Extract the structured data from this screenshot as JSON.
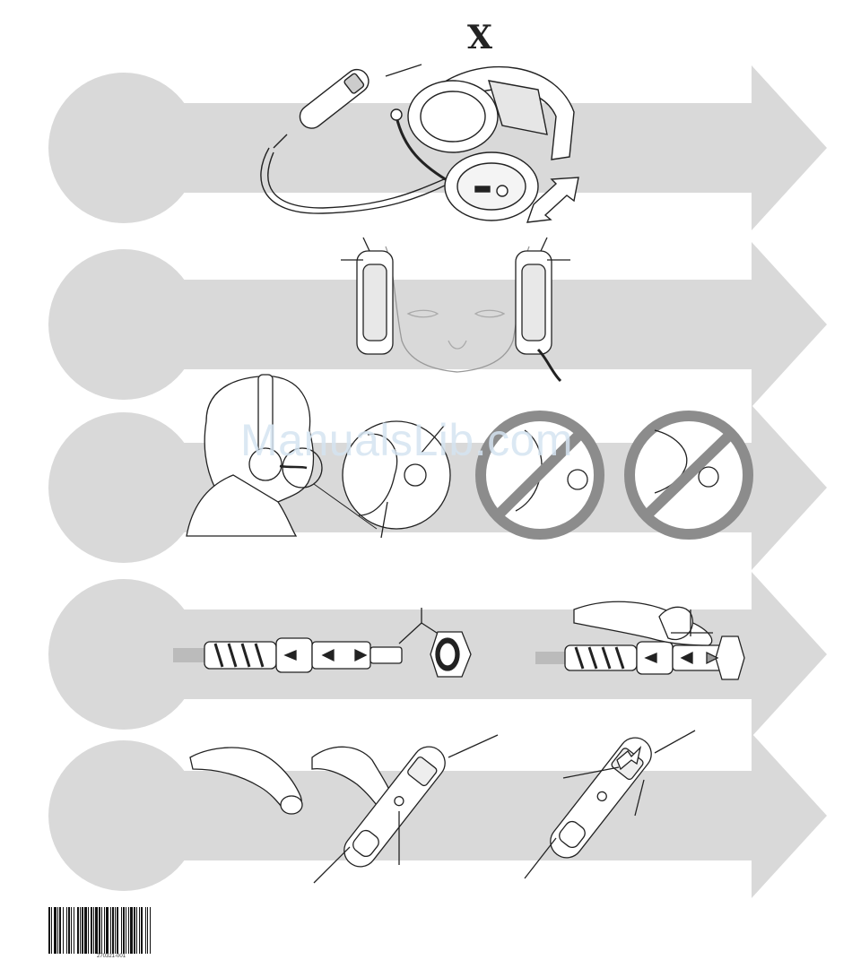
{
  "logo": {
    "text": "X"
  },
  "watermark": {
    "text": "ManualsLib.com"
  },
  "barcode": {
    "number": "270321-001"
  },
  "steps": [
    {
      "id": "step-1",
      "illustration": "headset-overview"
    },
    {
      "id": "step-2",
      "illustration": "headset-on-head-front"
    },
    {
      "id": "step-3",
      "illustration": "microphone-position"
    },
    {
      "id": "step-4",
      "illustration": "connector-plug"
    },
    {
      "id": "step-5",
      "illustration": "control-module"
    }
  ],
  "colors": {
    "band": "#d9d9d9",
    "line": "#222222",
    "prohibited": "#8c8c8c",
    "watermark": "#d5e4f1"
  }
}
